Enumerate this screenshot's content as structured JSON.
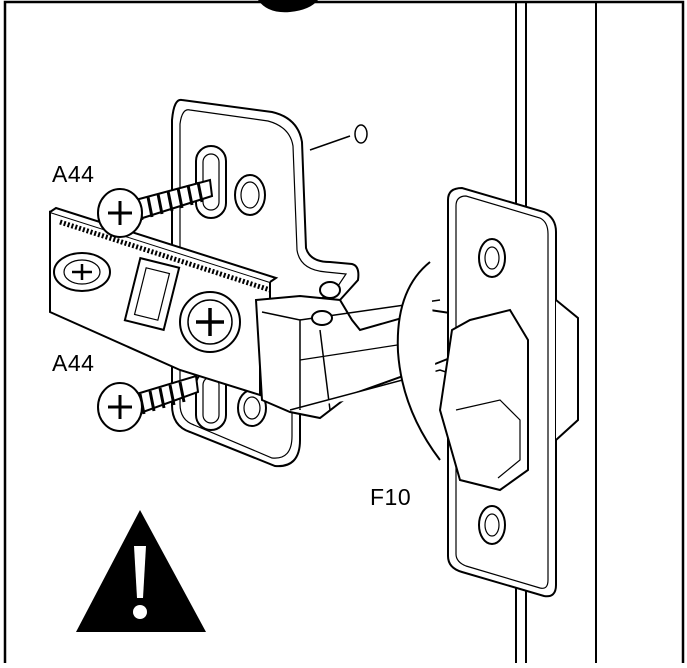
{
  "labels": {
    "screw_top": "A44",
    "screw_bottom": "A44",
    "hinge_cup": "F10"
  },
  "icons": {
    "warning": "warning-triangle-icon"
  },
  "colors": {
    "line": "#000000",
    "background": "#ffffff"
  }
}
